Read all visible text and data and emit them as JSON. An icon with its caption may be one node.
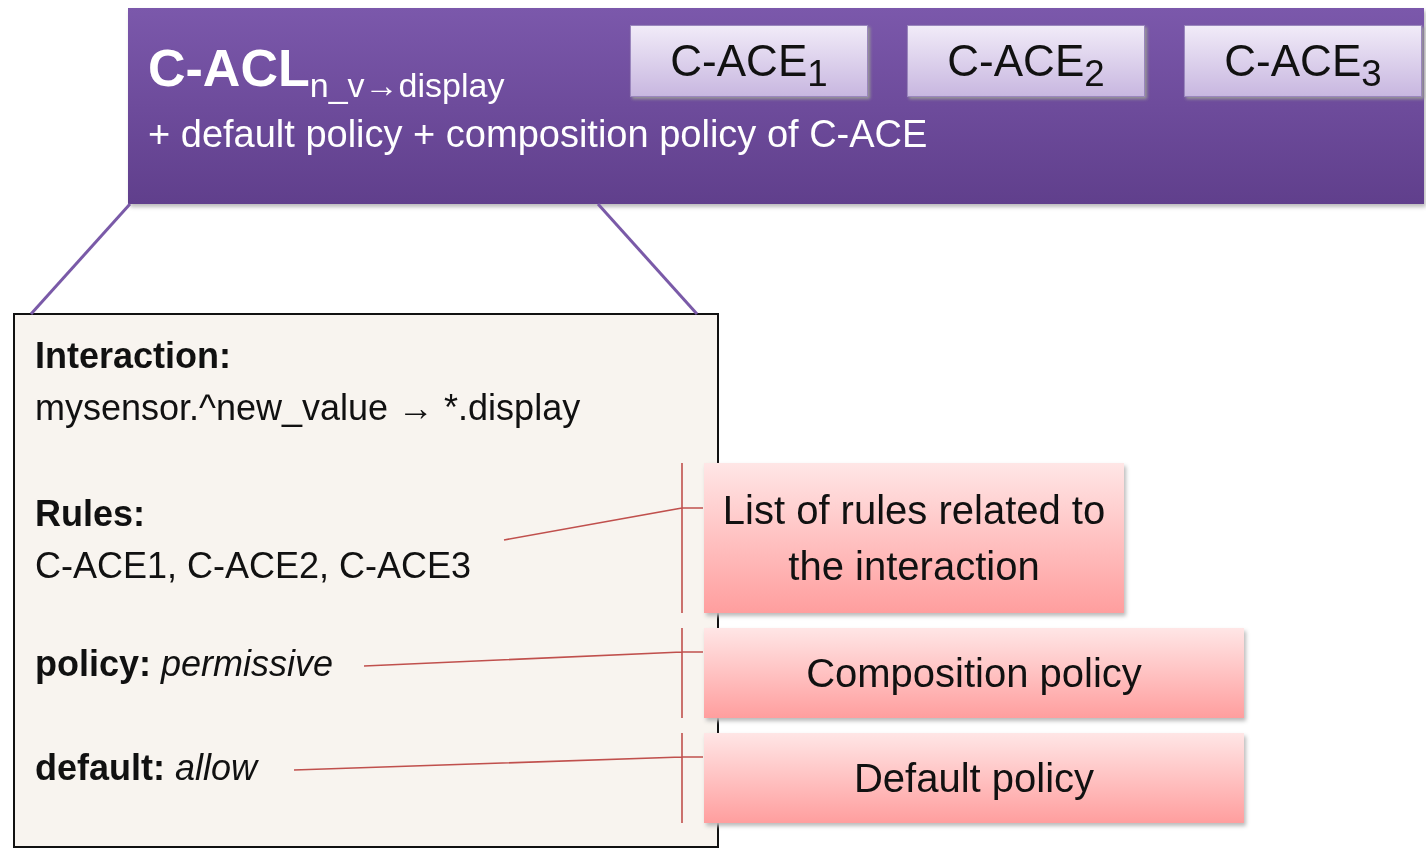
{
  "diagram": {
    "nodes": [
      {
        "text": [
          "C-ACL$_{n_v→display}$",
          "+ default policy + composition policy of C-ACE"
        ]
      },
      {
        "text": [
          "C-ACE$_{1}$"
        ],
        "in": 0
      },
      {
        "text": [
          "C-ACE$_{2}$"
        ],
        "in": 0
      },
      {
        "text": [
          "C-ACE$_{3}$"
        ],
        "in": 0
      },
      {
        "text": [],
        "shape": "box"
      },
      {
        "text": [
          "Interaction:",
          "mysensor.^new_value → *.display"
        ],
        "in": 4
      },
      {
        "text": [
          "Rules:",
          "C-ACE1, C-ACE2, C-ACE3"
        ],
        "in": 4
      },
      {
        "text": [
          "**policy:** *permissive*"
        ],
        "in": 4
      },
      {
        "text": [
          "**default:** *allow*"
        ],
        "in": 4
      },
      {
        "text": [
          "List of rules related to the interaction"
        ]
      },
      {
        "text": [
          "Composition policy"
        ]
      },
      {
        "text": [
          "Default policy"
        ]
      }
    ],
    "edges": [
      {
        "from": 0,
        "to": 4,
        "arrow": "none",
        "color": "#7a5aa8"
      },
      {
        "from": 0,
        "to": 4,
        "arrow": "none",
        "color": "#7a5aa8"
      },
      {
        "from": 9,
        "to": 6,
        "arrow": "none"
      },
      {
        "from": 10,
        "to": 7,
        "arrow": "none"
      },
      {
        "from": 11,
        "to": 8,
        "arrow": "none"
      }
    ]
  }
}
